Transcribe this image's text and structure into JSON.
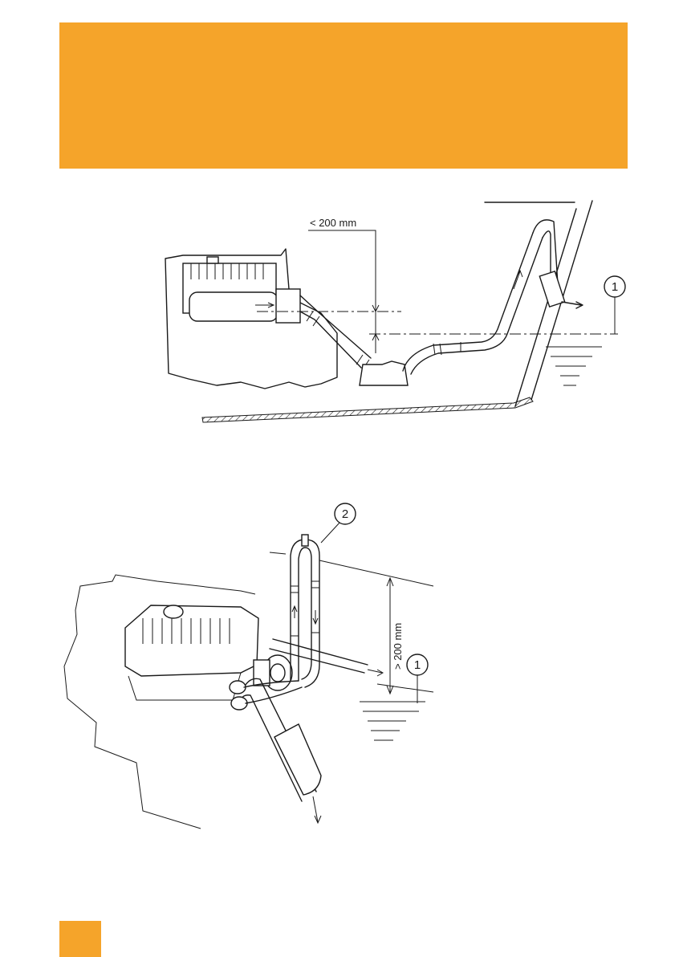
{
  "colors": {
    "accent": "#F5A42A",
    "line": "#1a1a1a"
  },
  "diagram_top": {
    "dimension_label": "< 200 mm",
    "callout_water_level": "1"
  },
  "diagram_bottom": {
    "callout_siphon": "2",
    "dimension_label": "> 200 mm",
    "callout_water_level": "1"
  }
}
